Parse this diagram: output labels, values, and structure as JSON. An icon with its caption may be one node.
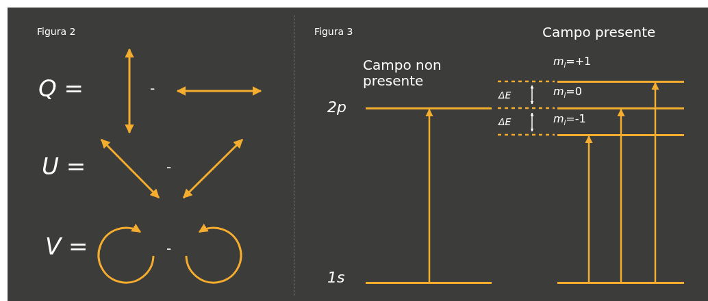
{
  "diagram": {
    "nodes": [
      {
        "text": [],
        "shape": "bar",
        "beside": [
          "2p"
        ]
      },
      {
        "text": [],
        "shape": "bar",
        "beside": [
          "*m*$_{l}$=+1"
        ]
      },
      {
        "text": [],
        "shape": "bar",
        "beside": [
          "*m*$_{l}$=0"
        ]
      },
      {
        "text": [],
        "shape": "bar",
        "beside": [
          "*m*$_{l}$=-1"
        ]
      },
      {
        "text": [],
        "shape": "bar",
        "beside": [
          "1s"
        ]
      },
      {
        "text": [],
        "shape": "bar"
      }
    ],
    "edges": [
      {
        "from": 4,
        "to": 0,
        "arrow": "to"
      },
      {
        "from": 5,
        "to": 3,
        "arrow": "to"
      },
      {
        "from": 5,
        "to": 2,
        "arrow": "to"
      },
      {
        "from": 5,
        "to": 1,
        "arrow": "to"
      }
    ],
    "labels": [
      "Figura 2",
      "*Q* =",
      "-",
      "*U* =",
      "-",
      "*V* =",
      "-",
      "Figura 3",
      "Campo presente",
      "Campo non presente",
      "ΔE",
      "ΔE"
    ]
  }
}
